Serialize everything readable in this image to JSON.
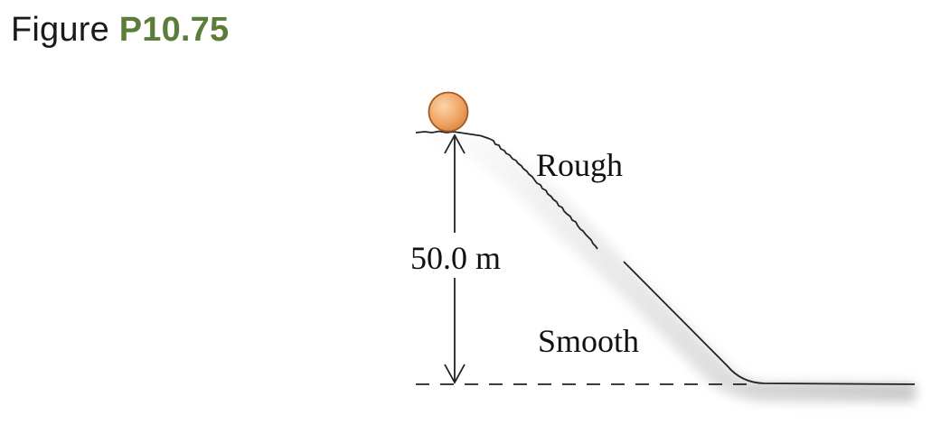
{
  "caption": {
    "prefix": "Figure",
    "number": "P10.75"
  },
  "labels": {
    "rough": "Rough",
    "smooth": "Smooth",
    "height": "50.0 m"
  },
  "colors": {
    "caption_number": "#5a7d3a",
    "ball_fill": "#f0a868",
    "ball_stroke": "#b8642a",
    "surface": "#222222",
    "shadow": "#bdbdbd"
  }
}
